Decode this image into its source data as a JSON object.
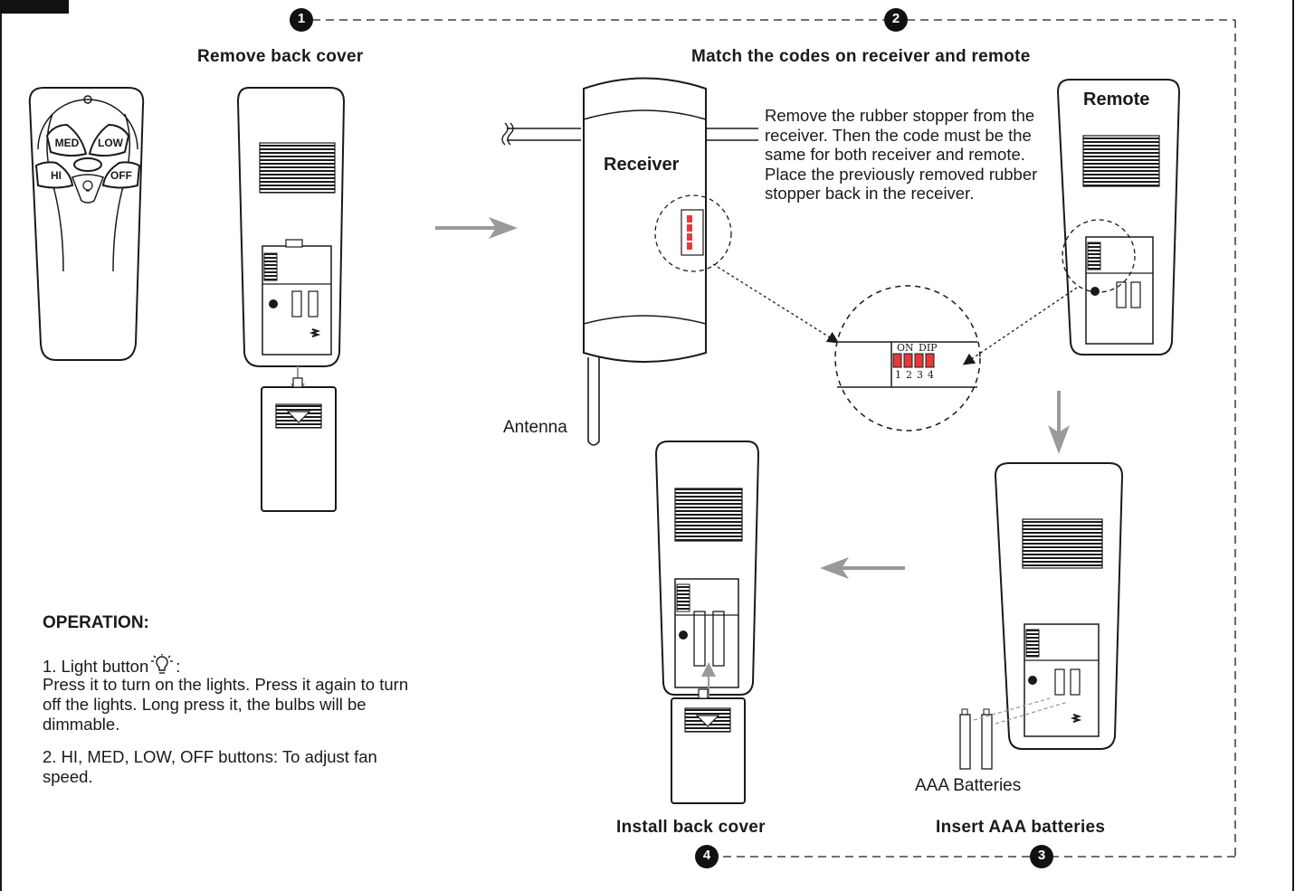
{
  "steps": [
    {
      "number": "1",
      "title": "Remove back cover"
    },
    {
      "number": "2",
      "title": "Match the codes on receiver and remote"
    },
    {
      "number": "3",
      "title": "Insert AAA batteries"
    },
    {
      "number": "4",
      "title": "Install back cover"
    }
  ],
  "remote_buttons": {
    "med": "MED",
    "low": "LOW",
    "hi": "HI",
    "off": "OFF"
  },
  "receiver": {
    "label": "Receiver",
    "antenna_label": "Antenna"
  },
  "remote_label": "Remote",
  "instruction": "Remove the rubber stopper from the receiver. Then the code must be the same for both receiver and remote. Place the previously removed rubber stopper back in the receiver.",
  "dip_switch": {
    "on_label": "ON",
    "dip_label": "DIP",
    "numbers": [
      "1",
      "2",
      "3",
      "4"
    ]
  },
  "batteries_label": "AAA Batteries",
  "operation": {
    "heading": "OPERATION:",
    "item1_prefix": "1. Light button",
    "item1_suffix": ":",
    "item1_text": "Press it to turn on the lights. Press it again to turn off the lights. Long press it, the bulbs will be dimmable.",
    "item2_text": "2. HI, MED, LOW, OFF buttons: To adjust fan speed."
  },
  "colors": {
    "line": "#1a1a1a",
    "arrow": "#9a9a9a",
    "dip_red": "#e63a3a",
    "badge": "#111111"
  }
}
